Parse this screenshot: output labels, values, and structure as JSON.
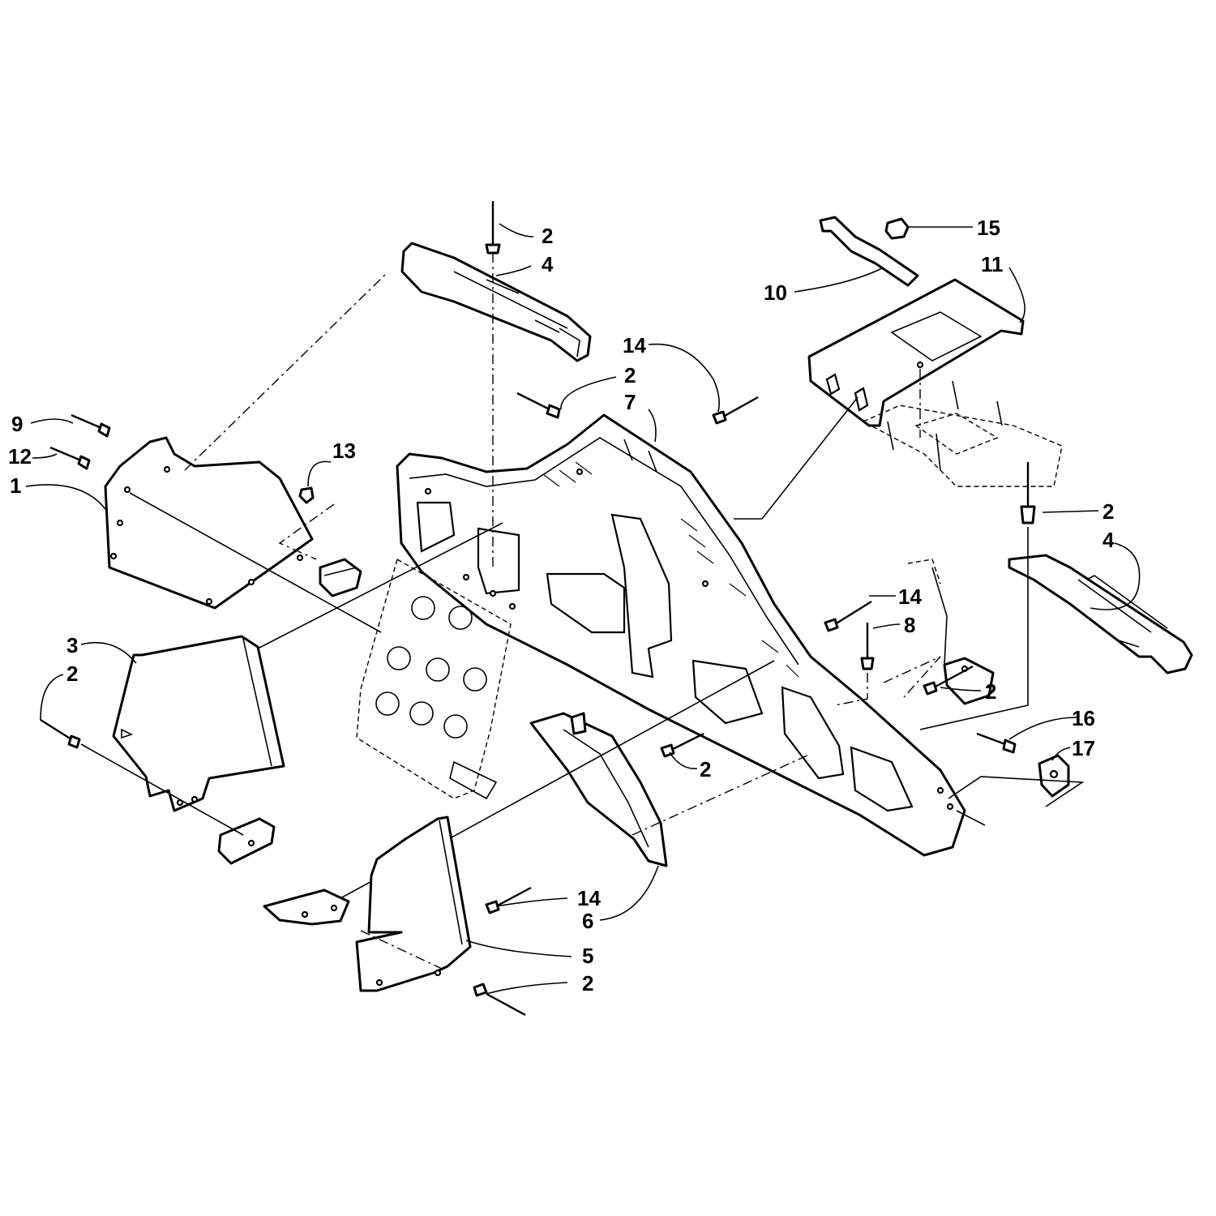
{
  "callouts": [
    {
      "id": "c-2a",
      "text": "2"
    },
    {
      "id": "c-4a",
      "text": "4"
    },
    {
      "id": "c-15",
      "text": "15"
    },
    {
      "id": "c-11",
      "text": "11"
    },
    {
      "id": "c-10",
      "text": "10"
    },
    {
      "id": "c-14a",
      "text": "14"
    },
    {
      "id": "c-2b",
      "text": "2"
    },
    {
      "id": "c-7",
      "text": "7"
    },
    {
      "id": "c-9",
      "text": "9"
    },
    {
      "id": "c-13",
      "text": "13"
    },
    {
      "id": "c-12",
      "text": "12"
    },
    {
      "id": "c-1",
      "text": "1"
    },
    {
      "id": "c-2c",
      "text": "2"
    },
    {
      "id": "c-4b",
      "text": "4"
    },
    {
      "id": "c-14b",
      "text": "14"
    },
    {
      "id": "c-8",
      "text": "8"
    },
    {
      "id": "c-3",
      "text": "3"
    },
    {
      "id": "c-2d",
      "text": "2"
    },
    {
      "id": "c-2e",
      "text": "2"
    },
    {
      "id": "c-16",
      "text": "16"
    },
    {
      "id": "c-17",
      "text": "17"
    },
    {
      "id": "c-2f",
      "text": "2"
    },
    {
      "id": "c-14c",
      "text": "14"
    },
    {
      "id": "c-6",
      "text": "6"
    },
    {
      "id": "c-5",
      "text": "5"
    },
    {
      "id": "c-2g",
      "text": "2"
    }
  ]
}
